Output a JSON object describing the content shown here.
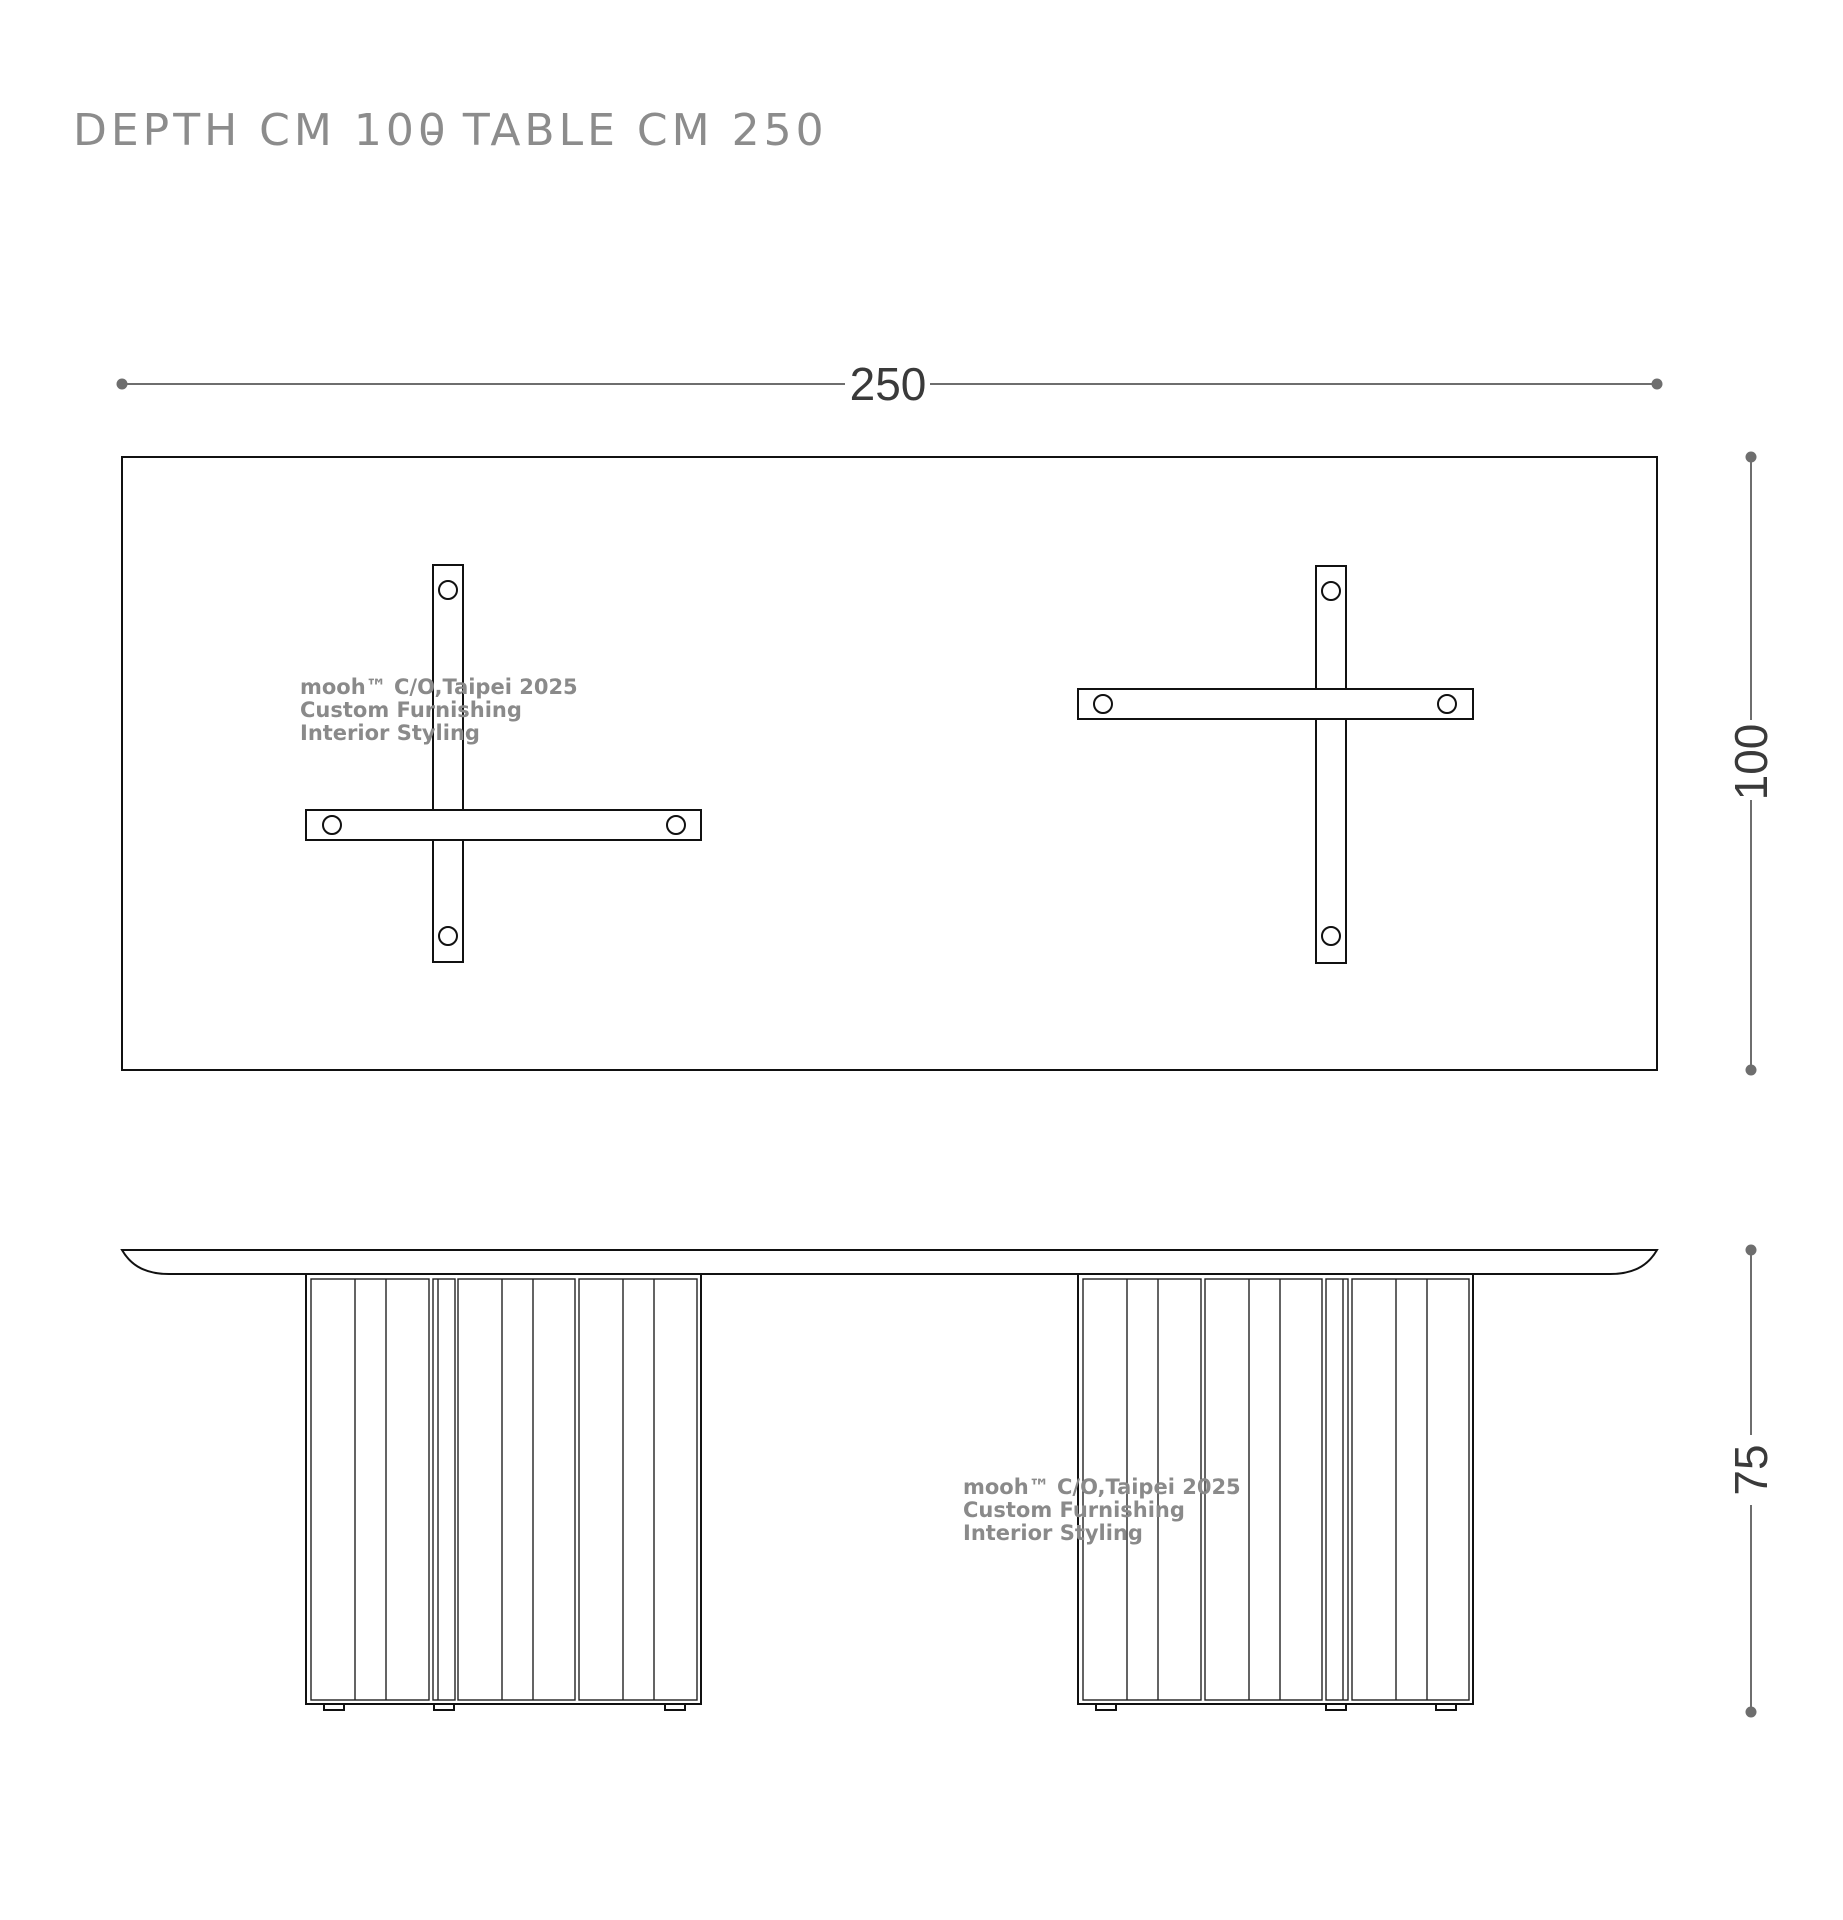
{
  "title": {
    "depth_label": "DEPTH CM 100",
    "table_label": "- TABLE CM 250"
  },
  "dimensions": {
    "width": "250",
    "depth": "100",
    "height": "75"
  },
  "watermark": {
    "line1": "mooh™ C/O,Taipei 2025",
    "line2": "Custom Furnishing",
    "line3": "Interior  Styling"
  }
}
